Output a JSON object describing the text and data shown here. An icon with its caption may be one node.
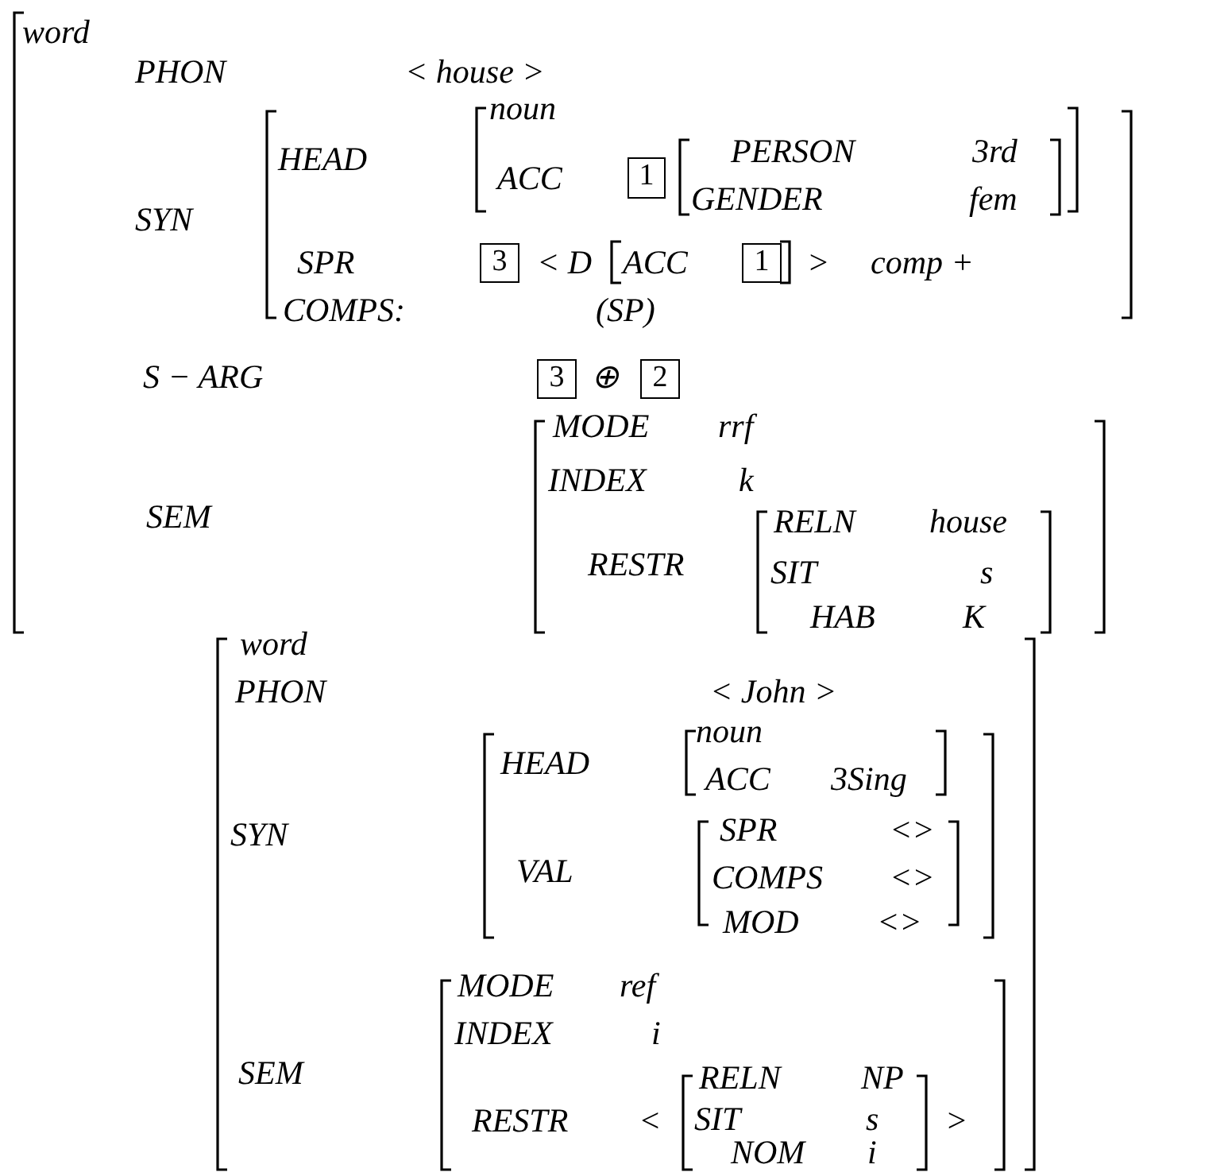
{
  "diagram": {
    "nodes": [
      {
        "text": [
          "1"
        ]
      },
      {
        "text": [
          "3"
        ]
      },
      {
        "text": [
          "1"
        ]
      },
      {
        "text": [
          "3"
        ]
      },
      {
        "text": [
          "2"
        ]
      }
    ],
    "labels": [
      "word",
      "PHON",
      "< house >",
      "noun",
      "HEAD",
      "ACC",
      "PERSON",
      "3rd",
      "GENDER",
      "fem",
      "SYN",
      "SPR",
      "< D",
      "ACC",
      ">",
      "comp +",
      "COMPS:",
      "(SP)",
      "S − ARG",
      "⊕",
      "MODE",
      "rrf",
      "INDEX",
      "k",
      "SEM",
      "RESTR",
      "RELN",
      "house",
      "SIT",
      "s",
      "HAB",
      "K",
      "word",
      "PHON",
      "< John >",
      "noun",
      "HEAD",
      "ACC",
      "3Sing",
      "SYN",
      "SPR",
      "<>",
      "VAL",
      "COMPS",
      "<>",
      "MOD",
      "<>",
      "MODE",
      "ref",
      "INDEX",
      "i",
      "SEM",
      "RESTR",
      "<",
      "RELN",
      "NP",
      "SIT",
      "s",
      "NOM",
      "i",
      ">"
    ]
  }
}
